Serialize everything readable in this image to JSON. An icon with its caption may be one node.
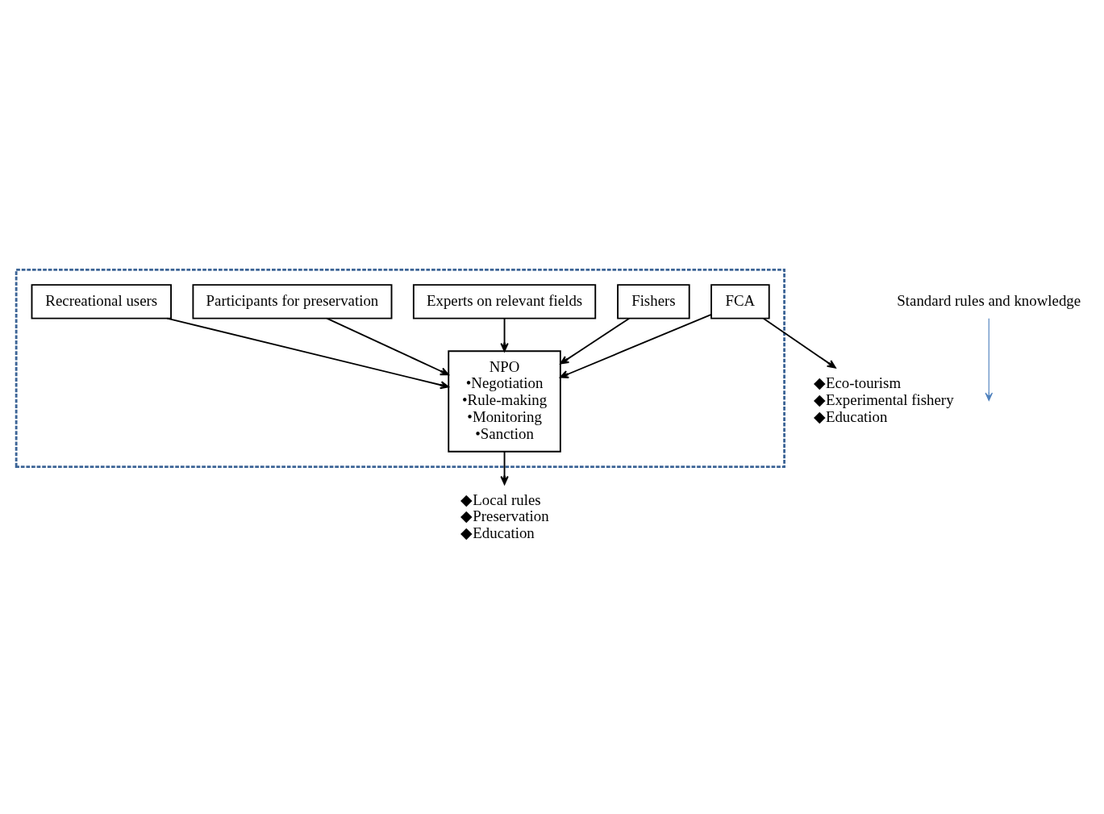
{
  "diagram": {
    "nodes": [
      {
        "text": [],
        "shape": "box"
      },
      {
        "text": [
          "Standard rules and knowledge"
        ]
      },
      {
        "text": [
          "FCA"
        ],
        "in": 0
      },
      {
        "text": [
          "Fishers"
        ],
        "in": 0
      },
      {
        "text": [
          "NPO",
          "•Negotiation",
          "•Rule-making",
          "•Monitoring",
          "•Sanction"
        ],
        "in": 0
      },
      {
        "text": [
          "Experts on relevant fields"
        ],
        "in": 0
      },
      {
        "text": [
          "Participants for preservation"
        ],
        "in": 0
      },
      {
        "text": [
          "Recreational users"
        ],
        "in": 0
      },
      {
        "text": [
          "◆Eco-tourism",
          "◆Experimental fishery",
          "◆Education"
        ]
      },
      {
        "text": [
          "◆Local rules",
          "◆Preservation",
          "◆Education"
        ]
      }
    ],
    "edges": [
      {
        "from": 1,
        "to": null,
        "arrow": "to",
        "color": "#4f81bd"
      },
      {
        "from": 2,
        "to": 4,
        "arrow": "to"
      },
      {
        "from": 3,
        "to": 4,
        "arrow": "to"
      },
      {
        "from": 5,
        "to": 4,
        "arrow": "to"
      },
      {
        "from": 6,
        "to": 4,
        "arrow": "to"
      },
      {
        "from": 7,
        "to": 4,
        "arrow": "to"
      },
      {
        "from": 2,
        "to": 8,
        "arrow": "to"
      },
      {
        "from": 4,
        "to": 9,
        "arrow": "to"
      }
    ]
  }
}
